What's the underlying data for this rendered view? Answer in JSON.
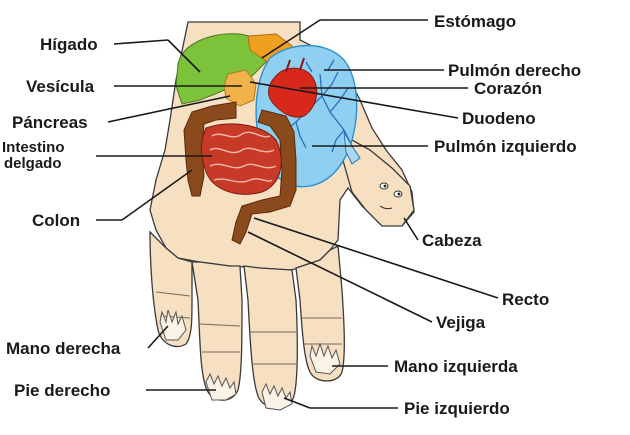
{
  "labels": {
    "estomago": "Estómago",
    "higado": "Hígado",
    "pulmon_derecho": "Pulmón derecho",
    "vesicula": "Vesícula",
    "corazon": "Corazón",
    "duodeno": "Duodeno",
    "pancreas": "Páncreas",
    "intestino_l1": "Intestino",
    "intestino_l2": "delgado",
    "pulmon_izquierdo": "Pulmón izquierdo",
    "colon": "Colon",
    "cabeza": "Cabeza",
    "recto": "Recto",
    "vejiga": "Vejiga",
    "mano_derecha": "Mano derecha",
    "mano_izquierda": "Mano izquierda",
    "pie_derecho": "Pie derecho",
    "pie_izquierdo": "Pie izquierdo"
  },
  "colors": {
    "skin": "#f7dfc2",
    "liver": "#7cc23a",
    "stomach": "#f0a020",
    "gallbladder": "#f2b24a",
    "lung": "#8fd0f2",
    "lung_edge": "#2a8fd0",
    "heart": "#d8281c",
    "intestine": "#c83a28",
    "colon": "#8a4a1c"
  }
}
